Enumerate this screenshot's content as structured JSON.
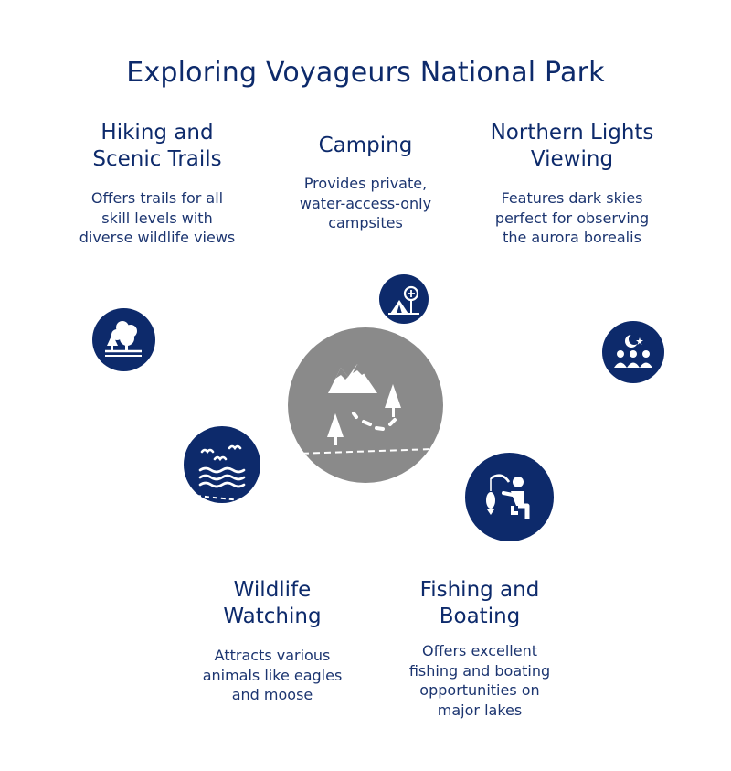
{
  "title": "Exploring Voyageurs National Park",
  "colors": {
    "primary": "#0d2a6b",
    "center": "#8a8a8a",
    "background": "#ffffff"
  },
  "center": {
    "icon": "mountain-trail-icon"
  },
  "activities": {
    "hiking": {
      "title_line1": "Hiking and",
      "title_line2": "Scenic Trails",
      "desc_line1": "Offers trails for all",
      "desc_line2": "skill levels with",
      "desc_line3": "diverse wildlife views",
      "icon": "forest-icon"
    },
    "camping": {
      "title": "Camping",
      "desc_line1": "Provides private,",
      "desc_line2": "water-access-only",
      "desc_line3": "campsites",
      "icon": "tent-icon"
    },
    "northern": {
      "title_line1": "Northern Lights",
      "title_line2": "Viewing",
      "desc_line1": "Features dark skies",
      "desc_line2": "perfect for observing",
      "desc_line3": "the aurora borealis",
      "icon": "stargazing-group-icon"
    },
    "wildlife": {
      "title_line1": "Wildlife",
      "title_line2": "Watching",
      "desc_line1": "Attracts various",
      "desc_line2": "animals like eagles",
      "desc_line3": "and moose",
      "icon": "birds-over-water-icon"
    },
    "fishing": {
      "title_line1": "Fishing and",
      "title_line2": "Boating",
      "desc_line1": "Offers excellent",
      "desc_line2": "fishing and boating",
      "desc_line3": "opportunities on",
      "desc_line4": "major lakes",
      "icon": "fishing-person-icon"
    }
  }
}
